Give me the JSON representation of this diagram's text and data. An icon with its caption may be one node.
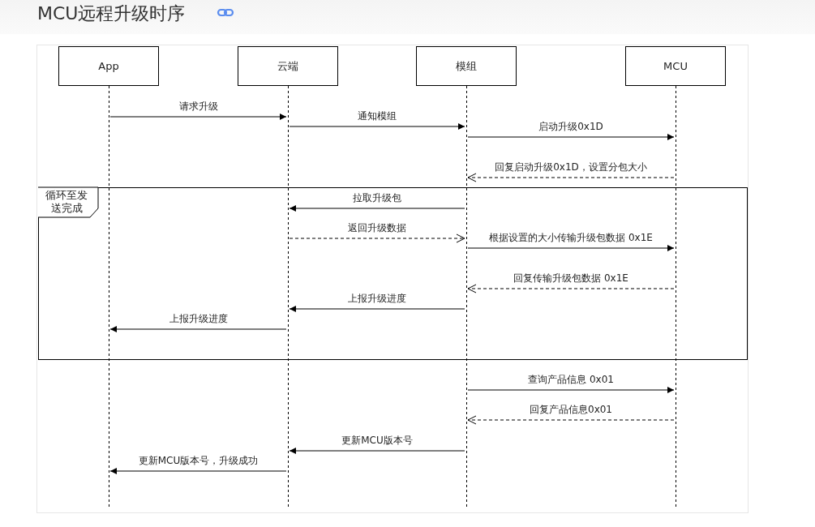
{
  "diagram": {
    "title": "MCU远程升级时序",
    "nodes": [
      {
        "text": [
          "App"
        ]
      },
      {
        "text": [
          "云端"
        ]
      },
      {
        "text": [
          "模组"
        ]
      },
      {
        "text": [
          "MCU"
        ]
      },
      {
        "text": [
          "循环至发送完成"
        ]
      }
    ],
    "edges": [
      {
        "from": 0,
        "to": 1,
        "arrow": "to",
        "label": "请求升级"
      },
      {
        "from": 1,
        "to": 2,
        "arrow": "to",
        "label": "通知模组"
      },
      {
        "from": 2,
        "to": 3,
        "arrow": "to",
        "label": "启动升级0x1D"
      },
      {
        "from": 3,
        "to": 2,
        "arrow": "to",
        "label": "回复启动升级0x1D，设置分包大小",
        "style": "dashed"
      },
      {
        "from": 2,
        "to": 1,
        "arrow": "to",
        "label": "拉取升级包"
      },
      {
        "from": 1,
        "to": 2,
        "arrow": "to",
        "label": "返回升级数据",
        "style": "dashed"
      },
      {
        "from": 2,
        "to": 3,
        "arrow": "to",
        "label": "根据设置的大小传输升级包数据 0x1E"
      },
      {
        "from": 3,
        "to": 2,
        "arrow": "to",
        "label": "回复传输升级包数据 0x1E",
        "style": "dashed"
      },
      {
        "from": 2,
        "to": 1,
        "arrow": "to",
        "label": "上报升级进度"
      },
      {
        "from": 1,
        "to": 0,
        "arrow": "to",
        "label": "上报升级进度"
      },
      {
        "from": 2,
        "to": 3,
        "arrow": "to",
        "label": "查询产品信息 0x01"
      },
      {
        "from": 3,
        "to": 2,
        "arrow": "to",
        "label": "回复产品信息0x01",
        "style": "dashed"
      },
      {
        "from": 2,
        "to": 1,
        "arrow": "to",
        "label": "更新MCU版本号"
      },
      {
        "from": 1,
        "to": 0,
        "arrow": "to",
        "label": "更新MCU版本号，升级成功"
      }
    ]
  }
}
